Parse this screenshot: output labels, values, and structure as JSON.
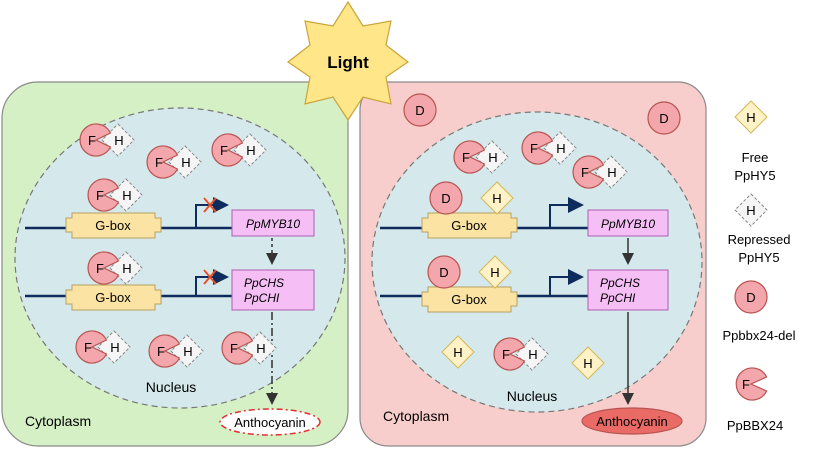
{
  "title": "Light",
  "left_panel": {
    "cytoplasm_label": "Cytoplasm",
    "nucleus_label": "Nucleus",
    "gene1": "PpMYB10",
    "gene2a": "PpCHS",
    "gene2b": "PpCHI",
    "gbox1": "G-box",
    "gbox2": "G-box",
    "product": "Anthocyanin"
  },
  "right_panel": {
    "cytoplasm_label": "Cytoplasm",
    "nucleus_label": "Nucleus",
    "gene1": "PpMYB10",
    "gene2a": "PpCHS",
    "gene2b": "PpCHI",
    "gbox1": "G-box",
    "gbox2": "G-box",
    "product": "Anthocyanin"
  },
  "glyphs": {
    "f": "F",
    "h": "H",
    "d": "D"
  },
  "legend": {
    "free_line1": "Free",
    "free_line2": "PpHY5",
    "repressed_line1": "Repressed",
    "repressed_line2": "PpHY5",
    "del": "Ppbbx24-del",
    "bbx": "PpBBX24"
  },
  "colors": {
    "left_bg": "#d5f0c5",
    "right_bg": "#f8cecc",
    "nucleus": "#d5e9ec",
    "gbox": "#fbe3a3",
    "gene": "#f5bff5",
    "protein_red": "#f4a6ad",
    "free_hy5": "#fff2c6",
    "dna": "#0f2a5c"
  }
}
